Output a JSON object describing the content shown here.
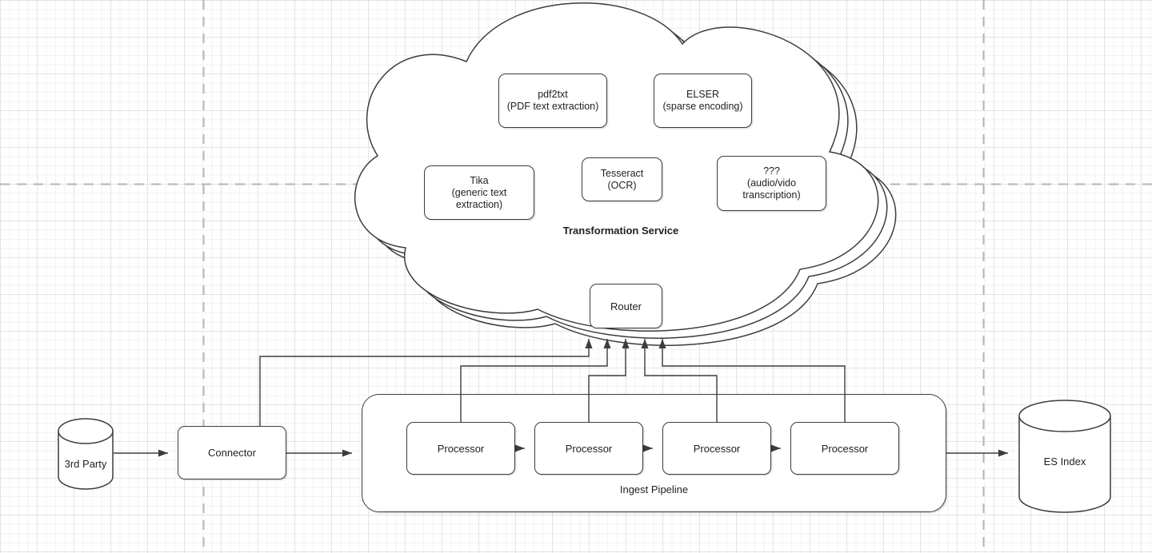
{
  "canvas": {
    "background": "#ffffff",
    "grid_minor_color": "#f2f2f2",
    "grid_major_color": "#e3e3e3",
    "page_boundary_color": "#b4b4b4",
    "stroke_color": "#3c3c3c",
    "text_color": "#1f1f1f"
  },
  "cloud": {
    "title_line1": "Transformation",
    "title_line2": "Service",
    "services": [
      {
        "name": "pdf2txt",
        "lines": [
          "pdf2txt",
          "(PDF text extraction)"
        ]
      },
      {
        "name": "elser",
        "lines": [
          "ELSER",
          "(sparse encoding)"
        ]
      },
      {
        "name": "tika",
        "lines": [
          "Tika",
          "(generic text",
          "extraction)"
        ]
      },
      {
        "name": "tesseract",
        "lines": [
          "Tesseract",
          "(OCR)"
        ]
      },
      {
        "name": "unknown",
        "lines": [
          "???",
          "(audio/vido",
          "transcription)"
        ]
      }
    ]
  },
  "router": {
    "label": "Router"
  },
  "source_db": {
    "label": "3rd Party"
  },
  "connector": {
    "label": "Connector"
  },
  "pipeline": {
    "label": "Ingest Pipeline",
    "processors": [
      "Processor",
      "Processor",
      "Processor",
      "Processor"
    ]
  },
  "index_db": {
    "label": "ES Index"
  }
}
